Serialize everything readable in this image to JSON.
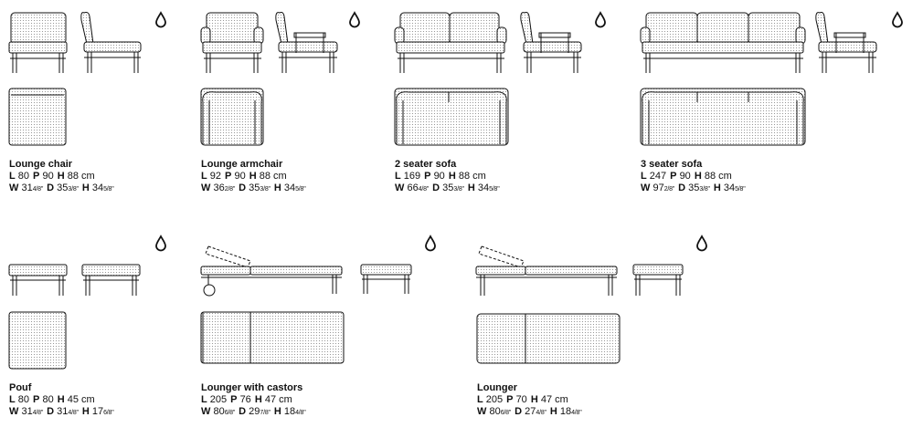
{
  "products": [
    {
      "name": "Lounge chair",
      "cm": {
        "L": "80",
        "P": "90",
        "H": "88",
        "unit": "cm"
      },
      "inch": {
        "W": [
          "31",
          "4/8",
          "\""
        ],
        "D": [
          "35",
          "3/8",
          "\""
        ],
        "H": [
          "34",
          "5/8",
          "\""
        ]
      }
    },
    {
      "name": "Lounge armchair",
      "cm": {
        "L": "92",
        "P": "90",
        "H": "88",
        "unit": "cm"
      },
      "inch": {
        "W": [
          "36",
          "2/8",
          "\""
        ],
        "D": [
          "35",
          "3/8",
          "\""
        ],
        "H": [
          "34",
          "5/8",
          "\""
        ]
      }
    },
    {
      "name": "2 seater sofa",
      "cm": {
        "L": "169",
        "P": "90",
        "H": "88",
        "unit": "cm"
      },
      "inch": {
        "W": [
          "66",
          "4/8",
          "\""
        ],
        "D": [
          "35",
          "3/8",
          "\""
        ],
        "H": [
          "34",
          "5/8",
          "\""
        ]
      }
    },
    {
      "name": "3 seater sofa",
      "cm": {
        "L": "247",
        "P": "90",
        "H": "88",
        "unit": "cm"
      },
      "inch": {
        "W": [
          "97",
          "2/8",
          "\""
        ],
        "D": [
          "35",
          "3/8",
          "\""
        ],
        "H": [
          "34",
          "5/8",
          "\""
        ]
      }
    },
    {
      "name": "Pouf",
      "cm": {
        "L": "80",
        "P": "80",
        "H": "45",
        "unit": "cm"
      },
      "inch": {
        "W": [
          "31",
          "4/8",
          "\""
        ],
        "D": [
          "31",
          "4/8",
          "\""
        ],
        "H": [
          "17",
          "6/8",
          "\""
        ]
      }
    },
    {
      "name": "Lounger with castors",
      "cm": {
        "L": "205",
        "P": "76",
        "H": "47",
        "unit": "cm"
      },
      "inch": {
        "W": [
          "80",
          "6/8",
          "\""
        ],
        "D": [
          "29",
          "7/8",
          "\""
        ],
        "H": [
          "18",
          "4/8",
          "\""
        ]
      }
    },
    {
      "name": "Lounger",
      "cm": {
        "L": "205",
        "P": "70",
        "H": "47",
        "unit": "cm"
      },
      "inch": {
        "W": [
          "80",
          "6/8",
          "\""
        ],
        "D": [
          "27",
          "4/8",
          "\""
        ],
        "H": [
          "18",
          "4/8",
          "\""
        ]
      }
    }
  ],
  "labels": {
    "L": "L",
    "P": "P",
    "H": "H",
    "W": "W",
    "D": "D"
  },
  "icons": {
    "outdoor_symbol": "water-drop-icon"
  },
  "colors": {
    "line": "#111111",
    "dots": "#8a8a8a",
    "paper": "#ffffff"
  }
}
